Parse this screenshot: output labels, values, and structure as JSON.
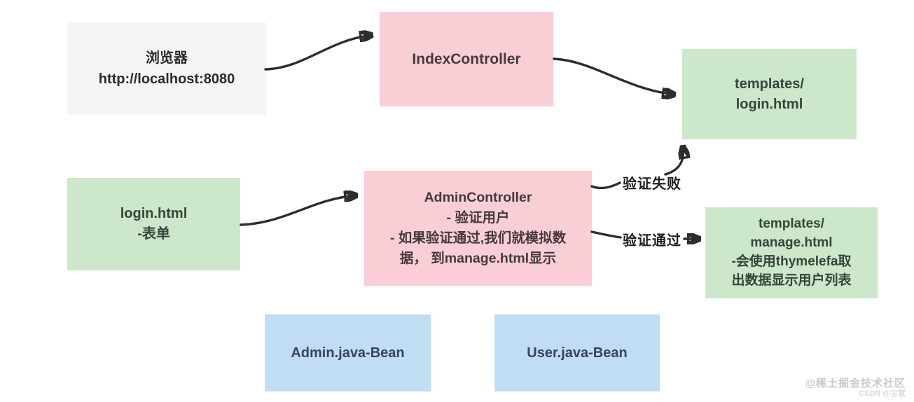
{
  "nodes": {
    "browser": {
      "line1": "浏览器",
      "line2": "http://localhost:8080"
    },
    "index_controller": {
      "line1": "IndexController"
    },
    "templates_login": {
      "line1": "templates/",
      "line2": "login.html"
    },
    "login_form": {
      "line1": "login.html",
      "line2": "-表单"
    },
    "admin_controller": {
      "line1": "AdminController",
      "line2": "- 验证用户",
      "line3": "- 如果验证通过,我们就模拟数",
      "line4": "据， 到manage.html显示"
    },
    "templates_manage": {
      "line1": "templates/",
      "line2": "manage.html",
      "line3": "-会使用thymelefa取",
      "line4": "出数据显示用户列表"
    },
    "admin_bean": {
      "line1": "Admin.java-Bean"
    },
    "user_bean": {
      "line1": "User.java-Bean"
    }
  },
  "edge_labels": {
    "fail": "验证失败",
    "pass": "验证通过"
  },
  "colors": {
    "gray_box": "#f5f5f4",
    "pink_box": "#f9cfd5",
    "green_box": "#cce7ca",
    "blue_box": "#c0ddf4",
    "arrow": "#2d2d2d"
  },
  "watermark": {
    "line1": "@稀土掘金技术社区",
    "line2": "CSDN @尘觉"
  }
}
